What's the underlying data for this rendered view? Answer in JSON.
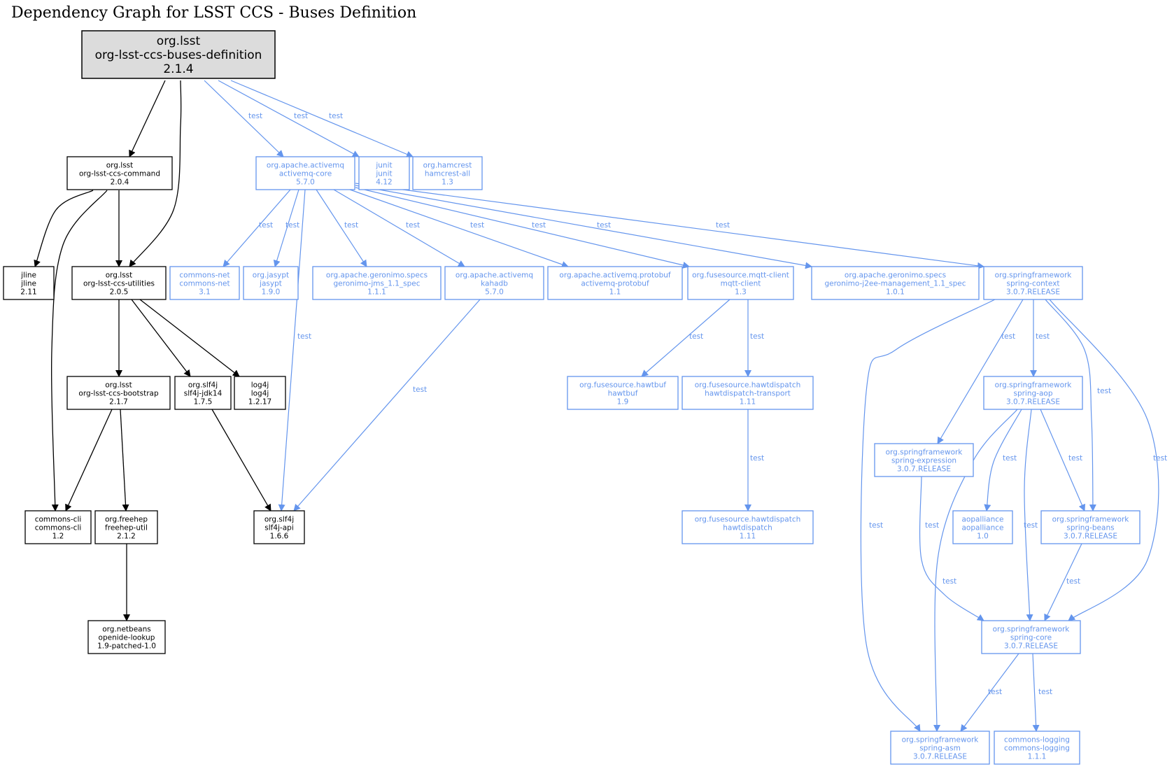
{
  "title": "Dependency Graph for LSST CCS - Buses Definition",
  "colors": {
    "compile": "#000000",
    "test": "#6495ed",
    "root_fill": "#dcdcdc"
  },
  "nodes": [
    {
      "id": "root",
      "group": "org.lsst",
      "artifact": "org-lsst-ccs-buses-definition",
      "version": "2.1.4",
      "scope": "root"
    },
    {
      "id": "command",
      "group": "org.lsst",
      "artifact": "org-lsst-ccs-command",
      "version": "2.0.4",
      "scope": "compile"
    },
    {
      "id": "activemq-core",
      "group": "org.apache.activemq",
      "artifact": "activemq-core",
      "version": "5.7.0",
      "scope": "test"
    },
    {
      "id": "junit",
      "group": "junit",
      "artifact": "junit",
      "version": "4.12",
      "scope": "test"
    },
    {
      "id": "hamcrest",
      "group": "org.hamcrest",
      "artifact": "hamcrest-all",
      "version": "1.3",
      "scope": "test"
    },
    {
      "id": "jline",
      "group": "jline",
      "artifact": "jline",
      "version": "2.11",
      "scope": "compile"
    },
    {
      "id": "utilities",
      "group": "org.lsst",
      "artifact": "org-lsst-ccs-utilities",
      "version": "2.0.5",
      "scope": "compile"
    },
    {
      "id": "commons-net",
      "group": "commons-net",
      "artifact": "commons-net",
      "version": "3.1",
      "scope": "test"
    },
    {
      "id": "jasypt",
      "group": "org.jasypt",
      "artifact": "jasypt",
      "version": "1.9.0",
      "scope": "test"
    },
    {
      "id": "geronimo-jms",
      "group": "org.apache.geronimo.specs",
      "artifact": "geronimo-jms_1.1_spec",
      "version": "1.1.1",
      "scope": "test"
    },
    {
      "id": "kahadb",
      "group": "org.apache.activemq",
      "artifact": "kahadb",
      "version": "5.7.0",
      "scope": "test"
    },
    {
      "id": "protobuf",
      "group": "org.apache.activemq.protobuf",
      "artifact": "activemq-protobuf",
      "version": "1.1",
      "scope": "test"
    },
    {
      "id": "mqtt-client",
      "group": "org.fusesource.mqtt-client",
      "artifact": "mqtt-client",
      "version": "1.3",
      "scope": "test"
    },
    {
      "id": "geronimo-j2ee",
      "group": "org.apache.geronimo.specs",
      "artifact": "geronimo-j2ee-management_1.1_spec",
      "version": "1.0.1",
      "scope": "test"
    },
    {
      "id": "spring-context",
      "group": "org.springframework",
      "artifact": "spring-context",
      "version": "3.0.7.RELEASE",
      "scope": "test"
    },
    {
      "id": "bootstrap",
      "group": "org.lsst",
      "artifact": "org-lsst-ccs-bootstrap",
      "version": "2.1.7",
      "scope": "compile"
    },
    {
      "id": "slf4j-jdk14",
      "group": "org.slf4j",
      "artifact": "slf4j-jdk14",
      "version": "1.7.5",
      "scope": "compile"
    },
    {
      "id": "log4j",
      "group": "log4j",
      "artifact": "log4j",
      "version": "1.2.17",
      "scope": "compile"
    },
    {
      "id": "hawtbuf",
      "group": "org.fusesource.hawtbuf",
      "artifact": "hawtbuf",
      "version": "1.9",
      "scope": "test"
    },
    {
      "id": "hawtdispatch-transport",
      "group": "org.fusesource.hawtdispatch",
      "artifact": "hawtdispatch-transport",
      "version": "1.11",
      "scope": "test"
    },
    {
      "id": "spring-aop",
      "group": "org.springframework",
      "artifact": "spring-aop",
      "version": "3.0.7.RELEASE",
      "scope": "test"
    },
    {
      "id": "spring-expression",
      "group": "org.springframework",
      "artifact": "spring-expression",
      "version": "3.0.7.RELEASE",
      "scope": "test"
    },
    {
      "id": "commons-cli",
      "group": "commons-cli",
      "artifact": "commons-cli",
      "version": "1.2",
      "scope": "compile"
    },
    {
      "id": "freehep",
      "group": "org.freehep",
      "artifact": "freehep-util",
      "version": "2.1.2",
      "scope": "compile"
    },
    {
      "id": "slf4j-api",
      "group": "org.slf4j",
      "artifact": "slf4j-api",
      "version": "1.6.6",
      "scope": "compile"
    },
    {
      "id": "hawtdispatch",
      "group": "org.fusesource.hawtdispatch",
      "artifact": "hawtdispatch",
      "version": "1.11",
      "scope": "test"
    },
    {
      "id": "aopalliance",
      "group": "aopalliance",
      "artifact": "aopalliance",
      "version": "1.0",
      "scope": "test"
    },
    {
      "id": "spring-beans",
      "group": "org.springframework",
      "artifact": "spring-beans",
      "version": "3.0.7.RELEASE",
      "scope": "test"
    },
    {
      "id": "openide",
      "group": "org.netbeans",
      "artifact": "openide-lookup",
      "version": "1.9-patched-1.0",
      "scope": "compile"
    },
    {
      "id": "spring-core",
      "group": "org.springframework",
      "artifact": "spring-core",
      "version": "3.0.7.RELEASE",
      "scope": "test"
    },
    {
      "id": "spring-asm",
      "group": "org.springframework",
      "artifact": "spring-asm",
      "version": "3.0.7.RELEASE",
      "scope": "test"
    },
    {
      "id": "commons-logging",
      "group": "commons-logging",
      "artifact": "commons-logging",
      "version": "1.1.1",
      "scope": "test"
    }
  ],
  "edges": [
    {
      "from": "root",
      "to": "command",
      "label": ""
    },
    {
      "from": "root",
      "to": "utilities",
      "label": ""
    },
    {
      "from": "root",
      "to": "activemq-core",
      "label": "test"
    },
    {
      "from": "root",
      "to": "junit",
      "label": "test"
    },
    {
      "from": "root",
      "to": "hamcrest",
      "label": "test"
    },
    {
      "from": "command",
      "to": "jline",
      "label": ""
    },
    {
      "from": "command",
      "to": "utilities",
      "label": ""
    },
    {
      "from": "command",
      "to": "commons-cli",
      "label": ""
    },
    {
      "from": "utilities",
      "to": "bootstrap",
      "label": ""
    },
    {
      "from": "utilities",
      "to": "slf4j-jdk14",
      "label": ""
    },
    {
      "from": "utilities",
      "to": "log4j",
      "label": ""
    },
    {
      "from": "bootstrap",
      "to": "commons-cli",
      "label": ""
    },
    {
      "from": "bootstrap",
      "to": "freehep",
      "label": ""
    },
    {
      "from": "freehep",
      "to": "openide",
      "label": ""
    },
    {
      "from": "slf4j-jdk14",
      "to": "slf4j-api",
      "label": ""
    },
    {
      "from": "activemq-core",
      "to": "commons-net",
      "label": "test"
    },
    {
      "from": "activemq-core",
      "to": "jasypt",
      "label": "test"
    },
    {
      "from": "activemq-core",
      "to": "slf4j-api",
      "label": "test"
    },
    {
      "from": "activemq-core",
      "to": "geronimo-jms",
      "label": "test"
    },
    {
      "from": "activemq-core",
      "to": "kahadb",
      "label": "test"
    },
    {
      "from": "activemq-core",
      "to": "protobuf",
      "label": "test"
    },
    {
      "from": "activemq-core",
      "to": "mqtt-client",
      "label": "test"
    },
    {
      "from": "activemq-core",
      "to": "geronimo-j2ee",
      "label": "test"
    },
    {
      "from": "activemq-core",
      "to": "spring-context",
      "label": "test"
    },
    {
      "from": "kahadb",
      "to": "slf4j-api",
      "label": "test"
    },
    {
      "from": "mqtt-client",
      "to": "hawtbuf",
      "label": "test"
    },
    {
      "from": "mqtt-client",
      "to": "hawtdispatch-transport",
      "label": "test"
    },
    {
      "from": "hawtdispatch-transport",
      "to": "hawtdispatch",
      "label": "test"
    },
    {
      "from": "spring-context",
      "to": "spring-expression",
      "label": "test"
    },
    {
      "from": "spring-context",
      "to": "spring-aop",
      "label": "test"
    },
    {
      "from": "spring-context",
      "to": "spring-beans",
      "label": "test"
    },
    {
      "from": "spring-context",
      "to": "spring-core",
      "label": "test"
    },
    {
      "from": "spring-context",
      "to": "spring-asm",
      "label": "test"
    },
    {
      "from": "spring-aop",
      "to": "aopalliance",
      "label": "test"
    },
    {
      "from": "spring-aop",
      "to": "spring-beans",
      "label": "test"
    },
    {
      "from": "spring-aop",
      "to": "spring-core",
      "label": "test"
    },
    {
      "from": "spring-aop",
      "to": "spring-asm",
      "label": "test"
    },
    {
      "from": "spring-expression",
      "to": "spring-core",
      "label": "test"
    },
    {
      "from": "spring-beans",
      "to": "spring-core",
      "label": "test"
    },
    {
      "from": "spring-core",
      "to": "spring-asm",
      "label": "test"
    },
    {
      "from": "spring-core",
      "to": "commons-logging",
      "label": "test"
    }
  ]
}
